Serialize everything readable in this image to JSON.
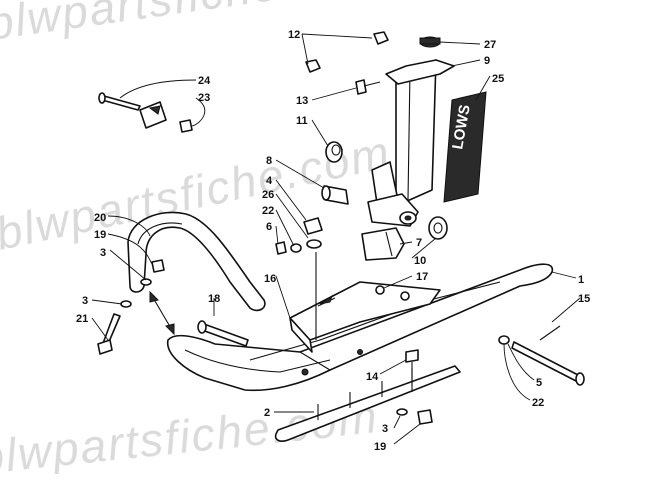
{
  "watermark": "blwpartsfiche.com",
  "decal_text": "LOWS",
  "callouts": [
    {
      "id": "c12",
      "label": "12"
    },
    {
      "id": "c27",
      "label": "27"
    },
    {
      "id": "c9",
      "label": "9"
    },
    {
      "id": "c25",
      "label": "25"
    },
    {
      "id": "c24",
      "label": "24"
    },
    {
      "id": "c23",
      "label": "23"
    },
    {
      "id": "c13",
      "label": "13"
    },
    {
      "id": "c11",
      "label": "11"
    },
    {
      "id": "c8",
      "label": "8"
    },
    {
      "id": "c4",
      "label": "4"
    },
    {
      "id": "c26",
      "label": "26"
    },
    {
      "id": "c22a",
      "label": "22"
    },
    {
      "id": "c6",
      "label": "6"
    },
    {
      "id": "c7",
      "label": "7"
    },
    {
      "id": "c10",
      "label": "10"
    },
    {
      "id": "c20",
      "label": "20"
    },
    {
      "id": "c19a",
      "label": "19"
    },
    {
      "id": "c3a",
      "label": "3"
    },
    {
      "id": "c16",
      "label": "16"
    },
    {
      "id": "c17",
      "label": "17"
    },
    {
      "id": "c1",
      "label": "1"
    },
    {
      "id": "c18",
      "label": "18"
    },
    {
      "id": "c3b",
      "label": "3"
    },
    {
      "id": "c21",
      "label": "21"
    },
    {
      "id": "c15",
      "label": "15"
    },
    {
      "id": "c14",
      "label": "14"
    },
    {
      "id": "c5",
      "label": "5"
    },
    {
      "id": "c22b",
      "label": "22"
    },
    {
      "id": "c2",
      "label": "2"
    },
    {
      "id": "c3c",
      "label": "3"
    },
    {
      "id": "c19b",
      "label": "19"
    }
  ]
}
